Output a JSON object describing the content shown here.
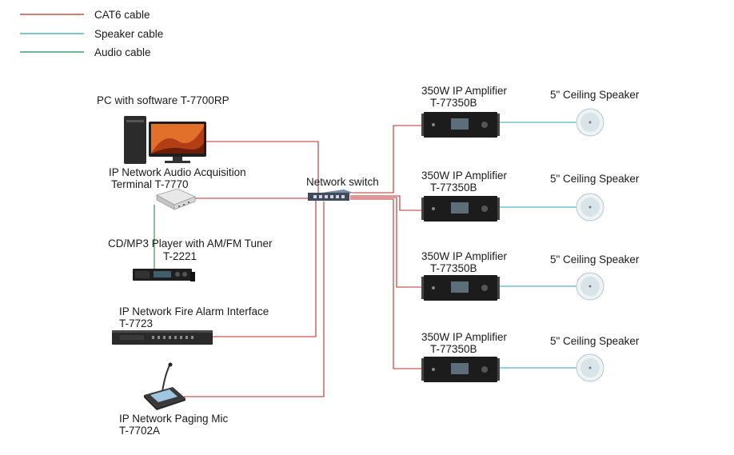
{
  "legend": {
    "cat6": {
      "label": "CAT6 cable",
      "color": "#b5302f"
    },
    "speaker": {
      "label": "Speaker cable",
      "color": "#2ea3b3"
    },
    "audio": {
      "label": "Audio cable",
      "color": "#1f8a5c"
    }
  },
  "devices": {
    "pc": {
      "label": "PC with software T-7700RP"
    },
    "acq": {
      "line1": "IP Network Audio Acquisition",
      "line2": "Terminal T-7770"
    },
    "cd": {
      "line1": "CD/MP3 Player with AM/FM Tuner",
      "line2": "T-2221"
    },
    "fire": {
      "line1": "IP Network Fire Alarm Interface",
      "line2": "T-7723"
    },
    "mic": {
      "line1": "IP Network Paging Mic",
      "line2": "T-7702A"
    },
    "switch": {
      "label": "Network switch"
    }
  },
  "amplifiers": [
    {
      "line1": "350W IP Amplifier",
      "line2": "T-77350B",
      "speaker": "5\" Ceiling Speaker"
    },
    {
      "line1": "350W IP Amplifier",
      "line2": "T-77350B",
      "speaker": "5\" Ceiling Speaker"
    },
    {
      "line1": "350W IP Amplifier",
      "line2": "T-77350B",
      "speaker": "5\" Ceiling Speaker"
    },
    {
      "line1": "350W IP Amplifier",
      "line2": "T-77350B",
      "speaker": "5\" Ceiling Speaker"
    }
  ]
}
